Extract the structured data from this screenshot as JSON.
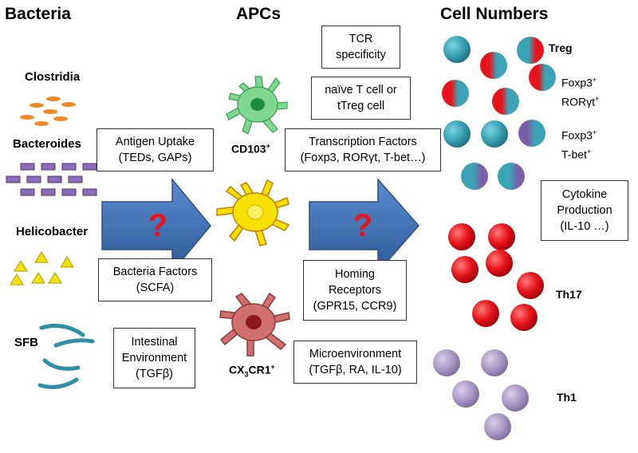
{
  "headers": {
    "bacteria": "Bacteria",
    "apcs": "APCs",
    "cell_numbers": "Cell Numbers"
  },
  "bacteria": {
    "clostridia": "Clostridia",
    "bacteroides": "Bacteroides",
    "helicobacter": "Helicobacter",
    "sfb": "SFB"
  },
  "left_boxes": {
    "antigen_uptake": {
      "line1": "Antigen Uptake",
      "line2": "(TEDs, GAPs)"
    },
    "bacteria_factors": {
      "line1": "Bacteria Factors",
      "line2": "(SCFA)"
    },
    "intestinal_env": {
      "line1": "Intestinal",
      "line2": "Environment",
      "line3": "(TGFβ)"
    }
  },
  "apc": {
    "cd103": "CD103",
    "cd103_sup": "+",
    "cx3cr1_a": "CX",
    "cx3cr1_sub": "3",
    "cx3cr1_b": "CR1",
    "cx3cr1_sup": "+"
  },
  "mid_boxes": {
    "tcr": {
      "line1": "TCR",
      "line2": "specificity"
    },
    "naive": {
      "line1": "naïve T cell or",
      "line2": "tTreg cell"
    },
    "tf": {
      "line1": "Transcription Factors",
      "line2": "(Foxp3, RORγt, T-bet…)"
    },
    "homing": {
      "line1": "Homing",
      "line2": "Receptors",
      "line3": "(GPR15, CCR9)"
    },
    "micro": {
      "line1": "Microenvironment",
      "line2": "(TGFβ, RA, IL-10)"
    }
  },
  "right": {
    "treg": "Treg",
    "foxp3_a": "Foxp3",
    "foxp3_sup": "+",
    "rorgt": "RORγt",
    "rorgt_sup": "+",
    "foxp3_b": "Foxp3",
    "foxp3_b_sup": "+",
    "tbet": "T-bet",
    "tbet_sup": "+",
    "th17": "Th17",
    "th1": "Th1",
    "cytokine": {
      "line1": "Cytokine",
      "line2": "Production",
      "line3": "(IL-10 …)"
    }
  },
  "question_mark": "?",
  "colors": {
    "teal": "#3aa3b5",
    "red": "#e8141c",
    "lavender": "#a595c0",
    "arrow_blue": "#3f6fb0",
    "question_red": "#e8141c",
    "clostridia_orange": "#f08a24",
    "bacteroides_purple": "#8a6bb8",
    "helicobacter_yellow": "#f5e10a",
    "sfb_teal": "#2f8fa8",
    "cd103_green": "#7fd890",
    "middle_yellow": "#f5e000",
    "cx3cr1_red": "#cf6f6f"
  }
}
